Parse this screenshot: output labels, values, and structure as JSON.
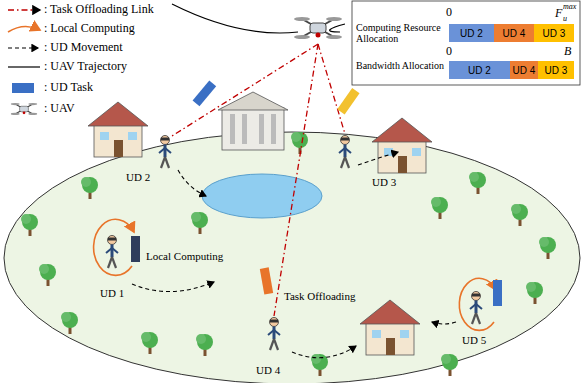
{
  "diagram": {
    "nodes": [
      {
        "text": [
          "UD 2"
        ]
      },
      {
        "text": [
          "UD 4"
        ]
      },
      {
        "text": [
          "UD 3"
        ]
      },
      {
        "text": [
          "UD 2"
        ]
      },
      {
        "text": [
          "UD 4"
        ]
      },
      {
        "text": [
          "UD 3"
        ]
      }
    ],
    "labels": [
      "0",
      "F",
      "u",
      "max",
      "Computing Resource Allocation",
      "0",
      "B",
      "Bandwidth Allocation",
      "UD 2",
      "UD 3",
      "UD 1",
      "Local Computing",
      "Task Offloading",
      "UD 4",
      "UD 5"
    ],
    "legend": [
      {
        "text": ": Task Offloading Link"
      },
      {
        "text": ": Local Computing"
      },
      {
        "text": ": UD Movement"
      },
      {
        "text": ": UAV Trajectory"
      },
      {
        "text": ": UD Task"
      },
      {
        "text": ": UAV"
      }
    ]
  }
}
